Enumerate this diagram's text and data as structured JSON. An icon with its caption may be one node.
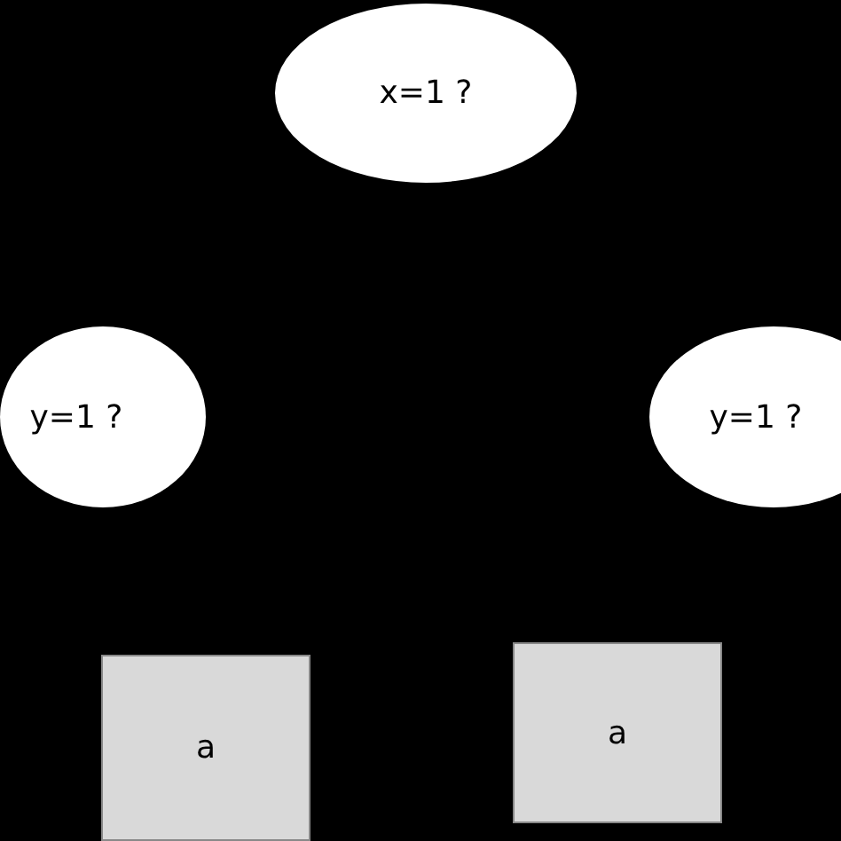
{
  "diagram": {
    "nodes": [
      {
        "text": [
          "x=1 ?"
        ]
      },
      {
        "text": [
          "y=1 ?"
        ]
      },
      {
        "text": [
          "y=1 ?"
        ]
      },
      {
        "text": [
          "a"
        ]
      },
      {
        "text": [
          "a"
        ]
      }
    ]
  }
}
